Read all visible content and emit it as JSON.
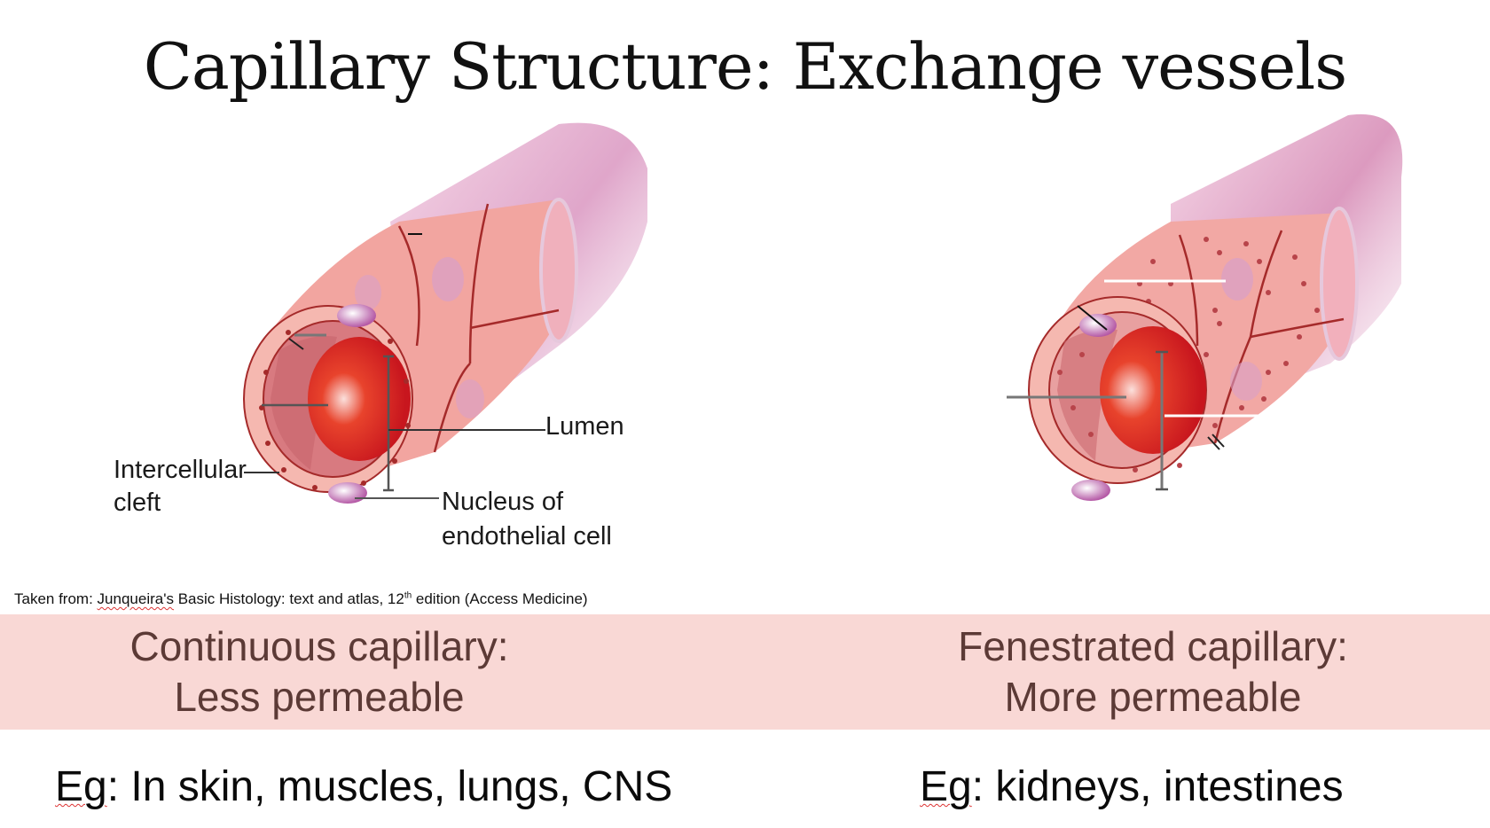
{
  "slide": {
    "title": "Capillary Structure: Exchange vessels",
    "citation": {
      "prefix": "Taken from: ",
      "author": "Junqueira's",
      "rest_before_sup": " Basic Histology: text and atlas, 12",
      "superscript": "th",
      "rest_after_sup": " edition (Access Medicine)"
    },
    "left_figure": {
      "labels": {
        "lumen": "Lumen",
        "intercellular_cleft_line1": "Intercellular",
        "intercellular_cleft_line2": "cleft",
        "nucleus_line1": "Nucleus of",
        "nucleus_line2": "endothelial cell"
      }
    },
    "band": {
      "background": "#f9d8d5",
      "text_color": "#5c3a36",
      "left": {
        "line1": "Continuous capillary:",
        "line2": "Less permeable"
      },
      "right": {
        "line1": "Fenestrated capillary:",
        "line2": "More permeable"
      }
    },
    "examples": {
      "left": {
        "prefix": "Eg",
        "rest": ": In skin, muscles, lungs, CNS"
      },
      "right": {
        "prefix": "Eg",
        "rest": ": kidneys, intestines"
      }
    },
    "colors": {
      "vessel_outer": "#d88fb8",
      "endothelium": "#f2a5a0",
      "cell_border": "#a52a2a",
      "rbc": "#d01c24",
      "nucleus": "#c98ac0"
    }
  }
}
